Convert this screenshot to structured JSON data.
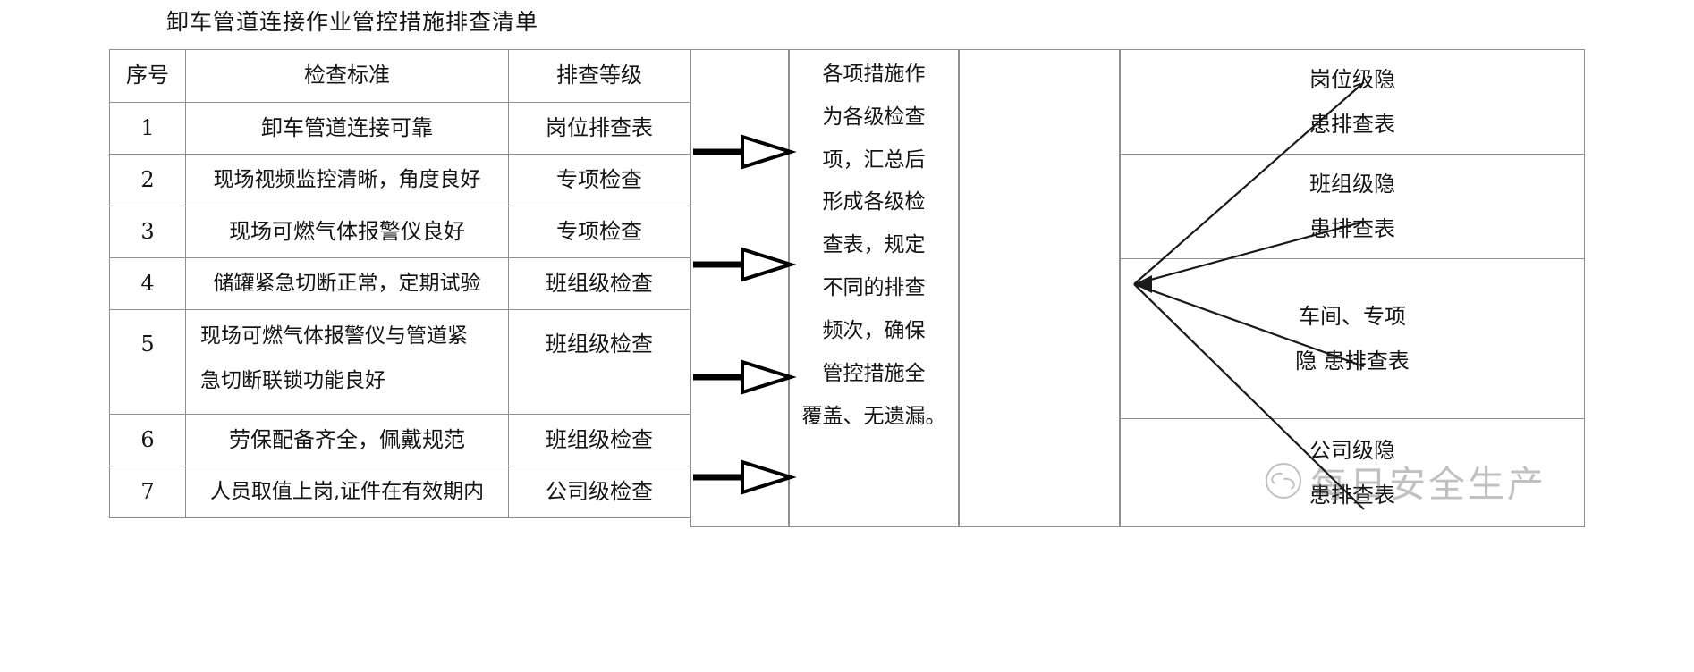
{
  "document": {
    "title": "卸车管道连接作业管控措施排查清单"
  },
  "table": {
    "headers": [
      "序号",
      "检查标准",
      "排查等级"
    ],
    "rows": [
      {
        "no": "1",
        "standard": "卸车管道连接可靠",
        "standard_line2": "",
        "level": "岗位排查表"
      },
      {
        "no": "2",
        "standard": "现场视频监控清晰，角度良好",
        "standard_line2": "",
        "level": "专项检查"
      },
      {
        "no": "3",
        "standard": "现场可燃气体报警仪良好",
        "standard_line2": "",
        "level": "专项检查"
      },
      {
        "no": "4",
        "standard": "储罐紧急切断正常，定期试验",
        "standard_line2": "",
        "level": "班组级检查"
      },
      {
        "no": "5",
        "standard": "现场可燃气体报警仪与管道紧",
        "standard_line2": "急切断联锁功能良好",
        "level": "班组级检查"
      },
      {
        "no": "6",
        "standard": "劳保配备齐全，佩戴规范",
        "standard_line2": "",
        "level": "班组级检查"
      },
      {
        "no": "7",
        "standard": "人员取值上岗,证件在有效期内",
        "standard_line2": "",
        "level": "公司级检查"
      }
    ]
  },
  "summary": {
    "full_text": "各项措施作为各级检查项，汇总后形成各级检查表，规定不同的排查频次，确保管控措施全覆盖、无遗漏。",
    "lines": [
      "各项措施作",
      "为各级检查",
      "项，汇总后",
      "形成各级检",
      "查表，规定",
      "不同的排查",
      "频次，确保",
      "管控措施全",
      "覆盖、无遗漏。"
    ]
  },
  "outputs": [
    {
      "line1": "岗位级隐",
      "line2": "患排查表"
    },
    {
      "line1": "班组级隐",
      "line2": "患排查表"
    },
    {
      "line1": "车间、专项",
      "line2": "隐  患排查表"
    },
    {
      "line1": "公司级隐",
      "line2": "患排查表"
    }
  ],
  "watermark": {
    "text": "每日安全生产",
    "logo": "wechat-circle-logo"
  },
  "colors": {
    "border": "#8f8f8f",
    "text": "#141414",
    "arrow": "#000000",
    "watermark": "#6a6a6a"
  }
}
